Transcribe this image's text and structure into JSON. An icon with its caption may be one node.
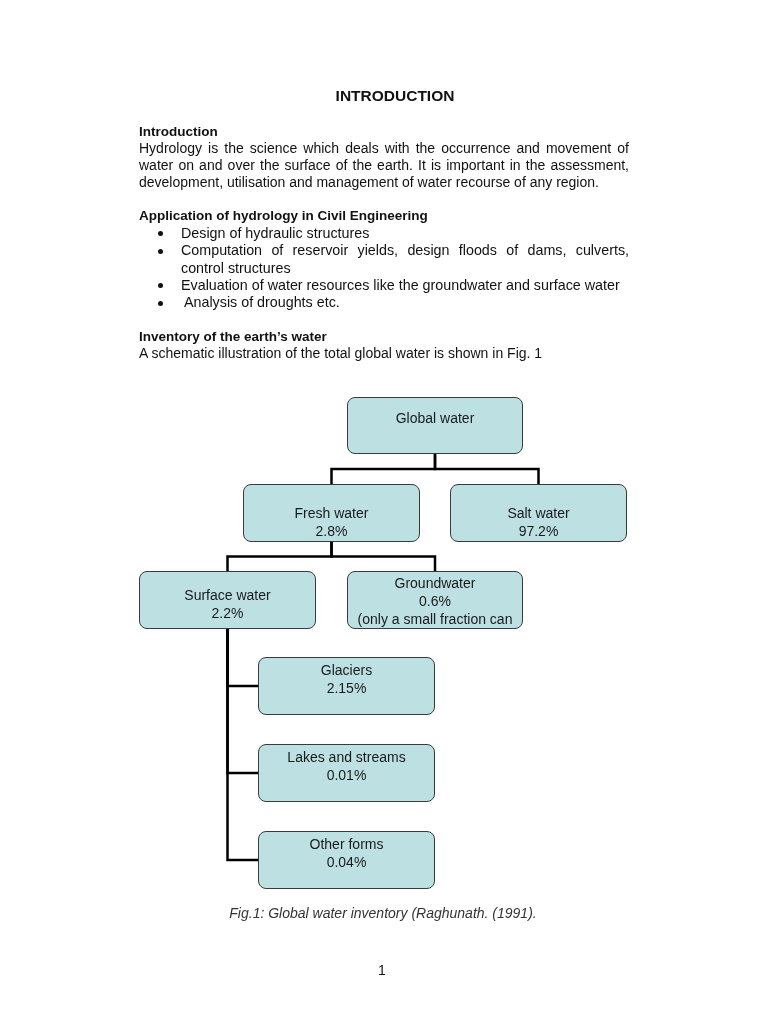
{
  "diagram": {
    "title": "INTRODUCTION",
    "caption": "Fig.1: Global water inventory (Raghunath. (1991).",
    "nodes": [
      {
        "text": [
          "Global water"
        ]
      },
      {
        "text": [
          "Fresh water",
          "2.8%"
        ]
      },
      {
        "text": [
          "Salt water",
          "97.2%"
        ]
      },
      {
        "text": [
          "Surface water",
          "2.2%"
        ]
      },
      {
        "text": [
          "Groundwater",
          "0.6%",
          "(only a small fraction can"
        ]
      },
      {
        "text": [
          "Glaciers",
          "2.15%"
        ]
      },
      {
        "text": [
          "Lakes and streams",
          "0.01%"
        ]
      },
      {
        "text": [
          "Other forms",
          "0.04%"
        ]
      }
    ],
    "edges": [
      {
        "from": 0,
        "to": 1,
        "arrow": "none"
      },
      {
        "from": 0,
        "to": 2,
        "arrow": "none"
      },
      {
        "from": 1,
        "to": 3,
        "arrow": "none"
      },
      {
        "from": 1,
        "to": 4,
        "arrow": "none"
      },
      {
        "from": 3,
        "to": 5,
        "arrow": "none"
      },
      {
        "from": 3,
        "to": 6,
        "arrow": "none"
      },
      {
        "from": 3,
        "to": 7,
        "arrow": "none"
      }
    ],
    "labels": [
      "Introduction",
      "Hydrology is the science which deals with the occurrence and movement of water on and over the surface of the earth. It is important in the assessment, development, utilisation and management of water recourse of any region.",
      "Application of hydrology in Civil Engineering",
      "Design of hydraulic structures",
      "Computation of reservoir yields, design floods of dams, culverts, control structures",
      "Evaluation of water resources like the groundwater and surface water",
      "Analysis of droughts etc.",
      "Inventory of the earth’s water",
      "A schematic illustration of the total global water is shown in Fig. 1",
      "1"
    ]
  }
}
